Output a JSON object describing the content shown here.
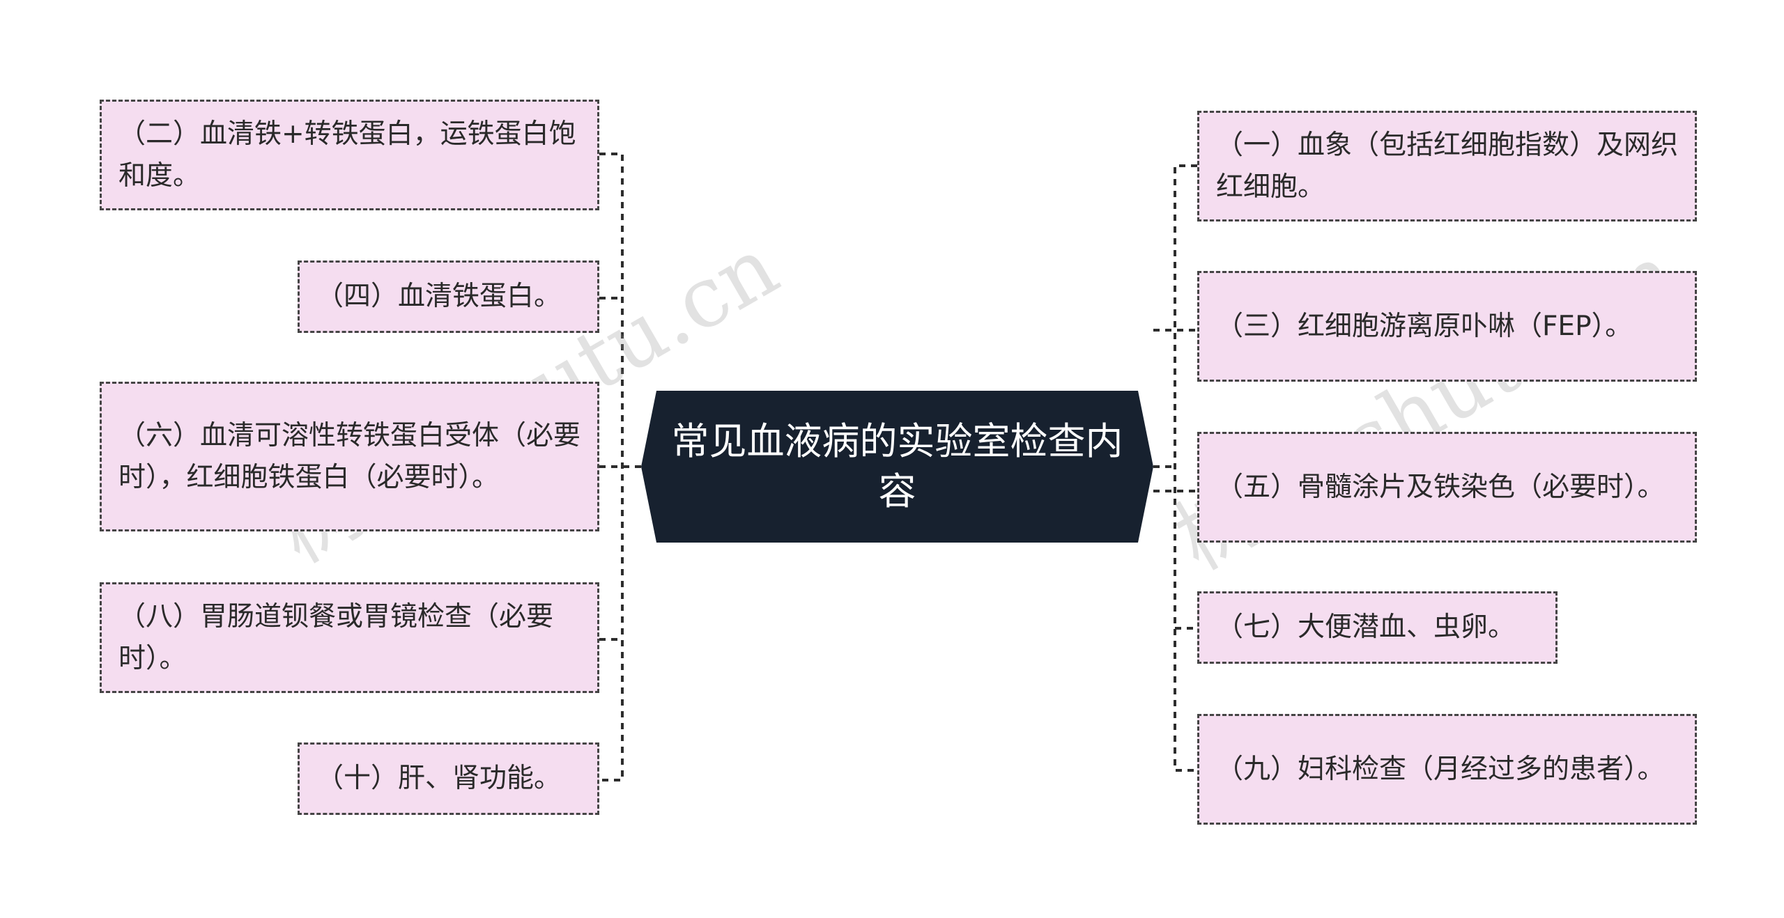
{
  "center": {
    "title": "常见血液病的实验室检查内容"
  },
  "watermark": "树图 shutu.cn",
  "left_items": [
    {
      "label": "（二）血清铁+转铁蛋白，运铁蛋白饱和度。"
    },
    {
      "label": "（四）血清铁蛋白。"
    },
    {
      "label": "（六）血清可溶性转铁蛋白受体（必要时），红细胞铁蛋白（必要时）。"
    },
    {
      "label": "（八）胃肠道钡餐或胃镜检查（必要时）。"
    },
    {
      "label": "（十）肝、肾功能。"
    }
  ],
  "right_items": [
    {
      "label": "（一）血象（包括红细胞指数）及网织红细胞。"
    },
    {
      "label": "（三）红细胞游离原卟啉（FEP）。"
    },
    {
      "label": "（五）骨髓涂片及铁染色（必要时）。"
    },
    {
      "label": "（七）大便潜血、虫卵。"
    },
    {
      "label": "（九）妇科检查（月经过多的患者）。"
    }
  ],
  "colors": {
    "center_fill": "#17212f",
    "node_fill": "#f5ddf0",
    "border": "#454545"
  }
}
